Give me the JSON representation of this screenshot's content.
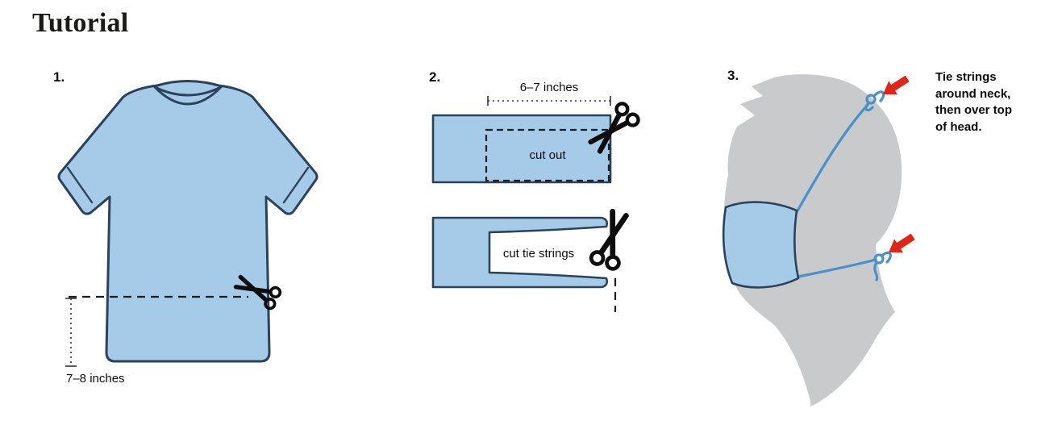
{
  "page": {
    "title": "Tutorial"
  },
  "colors": {
    "shirt_fill": "#a6cbe9",
    "outline": "#2b425c",
    "silhouette": "#c9cacb",
    "string_blue": "#4a90c9",
    "arrow_red": "#e02418"
  },
  "icons": {
    "scissors": "✂",
    "arrow": "➔"
  },
  "steps": {
    "step1": {
      "number": "1.",
      "measurement_label": "7–8 inches"
    },
    "step2": {
      "number": "2.",
      "measurement_label": "6–7 inches",
      "cut_out_label": "cut out",
      "cut_tie_label": "cut tie strings"
    },
    "step3": {
      "number": "3.",
      "annotation": "Tie strings around neck, then over top of head."
    }
  }
}
